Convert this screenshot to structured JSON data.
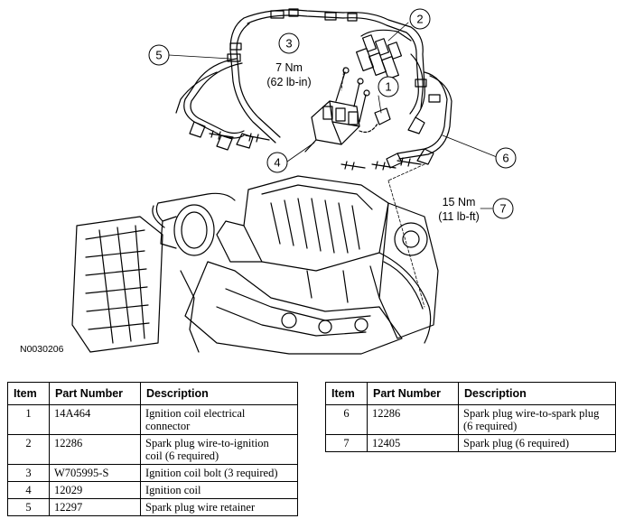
{
  "figure_id": "N0030206",
  "callouts": [
    "1",
    "2",
    "3",
    "4",
    "5",
    "6",
    "7"
  ],
  "torque_3": [
    "7 Nm",
    "(62 lb-in)"
  ],
  "torque_7": [
    "15 Nm",
    "(11 lb-ft)"
  ],
  "table_headers": [
    "Item",
    "Part Number",
    "Description"
  ],
  "table_left": [
    {
      "item": "1",
      "part": "14A464",
      "desc": [
        "Ignition coil electrical",
        "connector"
      ]
    },
    {
      "item": "2",
      "part": "12286",
      "desc": [
        "Spark plug wire-to-ignition",
        "coil (6 required)"
      ]
    },
    {
      "item": "3",
      "part": "W705995-S",
      "desc": [
        "Ignition coil bolt (3 required)"
      ]
    },
    {
      "item": "4",
      "part": "12029",
      "desc": [
        "Ignition coil"
      ]
    },
    {
      "item": "5",
      "part": "12297",
      "desc": [
        "Spark plug wire retainer"
      ]
    }
  ],
  "table_right": [
    {
      "item": "6",
      "part": "12286",
      "desc": [
        "Spark plug wire-to-spark plug",
        "(6 required)"
      ]
    },
    {
      "item": "7",
      "part": "12405",
      "desc": [
        "Spark plug (6 required)"
      ]
    }
  ]
}
